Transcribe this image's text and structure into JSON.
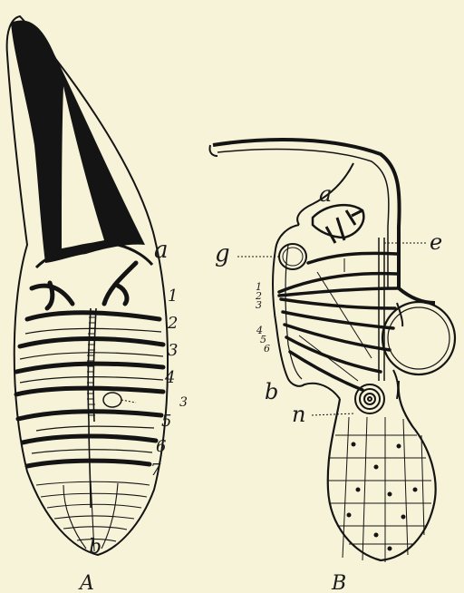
{
  "figure_A": {
    "panel_label": "A",
    "labels": {
      "a": "a",
      "b": "b",
      "n1": "1",
      "n2": "2",
      "n3": "3",
      "n4": "4",
      "n5": "5",
      "n6": "6",
      "n7": "7",
      "s": "3"
    }
  },
  "figure_B": {
    "panel_label": "B",
    "labels": {
      "a": "a",
      "e": "e",
      "g": "g",
      "b": "b",
      "n": "n",
      "s1": "1",
      "s2": "2",
      "s3": "3",
      "s4": "4",
      "s5": "5",
      "s6": "6"
    }
  },
  "colors": {
    "paper": "#f7f3d8",
    "ink": "#141414"
  }
}
